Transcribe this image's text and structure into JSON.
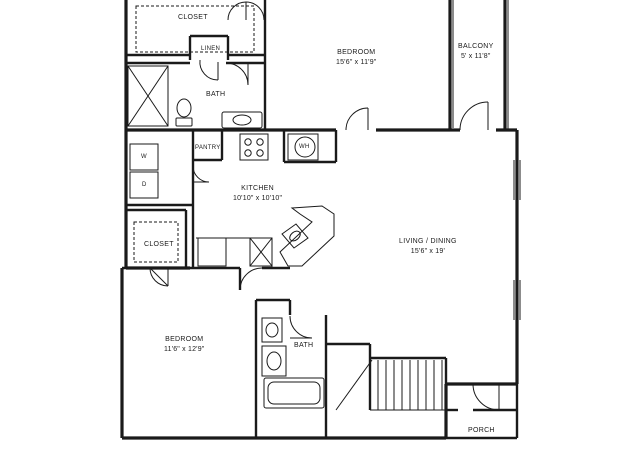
{
  "rooms": {
    "closet_top": {
      "name": "CLOSET"
    },
    "linen": {
      "name": "LINEN"
    },
    "bath_top": {
      "name": "BATH"
    },
    "bedroom_1": {
      "name": "BEDROOM",
      "dims": "15'6\" x 11'9\""
    },
    "balcony": {
      "name": "BALCONY",
      "dims": "5' x 11'8\""
    },
    "pantry": {
      "name": "PANTRY"
    },
    "wh": {
      "name": "WH"
    },
    "washer": {
      "name": "W"
    },
    "dryer": {
      "name": "D"
    },
    "kitchen": {
      "name": "KITCHEN",
      "dims": "10'10\" x 10'10\""
    },
    "closet_mid": {
      "name": "CLOSET"
    },
    "living": {
      "name": "LIVING / DINING",
      "dims": "15'6\" x 19'"
    },
    "bedroom_2": {
      "name": "BEDROOM",
      "dims": "11'6\" x 12'9\""
    },
    "bath_bottom": {
      "name": "BATH"
    },
    "porch": {
      "name": "PORCH"
    }
  }
}
